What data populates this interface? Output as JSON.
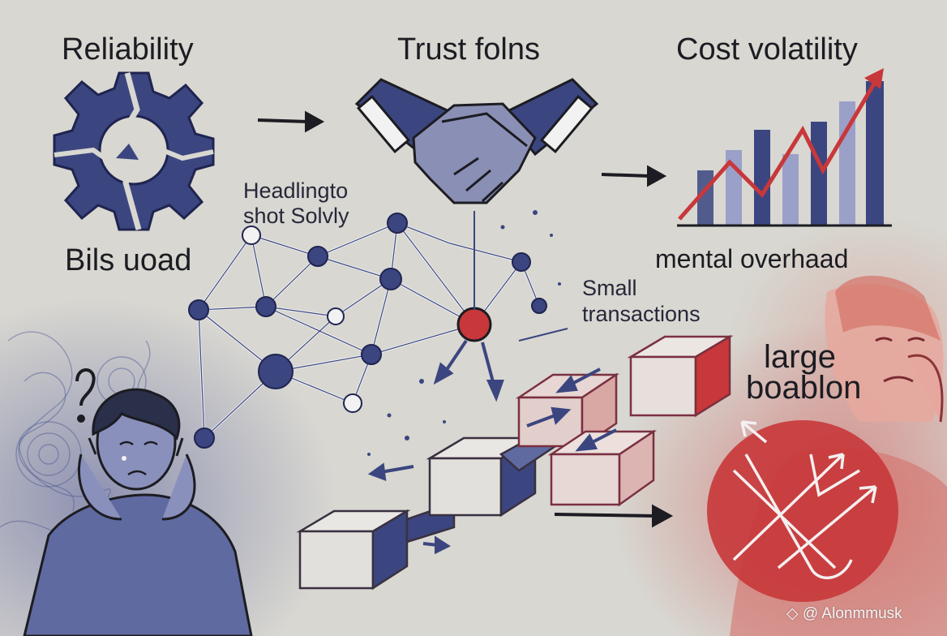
{
  "labels": {
    "reliability": "Reliability",
    "trust": "Trust folns",
    "cost": "Cost volatility",
    "bils": "Bils uoad",
    "headling_line1": "Headlingto",
    "headling_line2": "shot Solvly",
    "mental": "mental overhaad",
    "small_line1": "Small",
    "small_line2": "transactions",
    "large_line1": "large",
    "large_line2": "boablon"
  },
  "watermark": "@ Alonmmusk",
  "icons": [
    "broken-gear-icon",
    "handshake-icon",
    "rising-chart-icon",
    "network-graph-icon",
    "block-chain-icon",
    "confused-person-icon",
    "stressed-person-icon"
  ],
  "colors": {
    "navy": "#3b4680",
    "red": "#c8373a",
    "ink": "#1c1c22",
    "paper": "#d8d7d1"
  }
}
